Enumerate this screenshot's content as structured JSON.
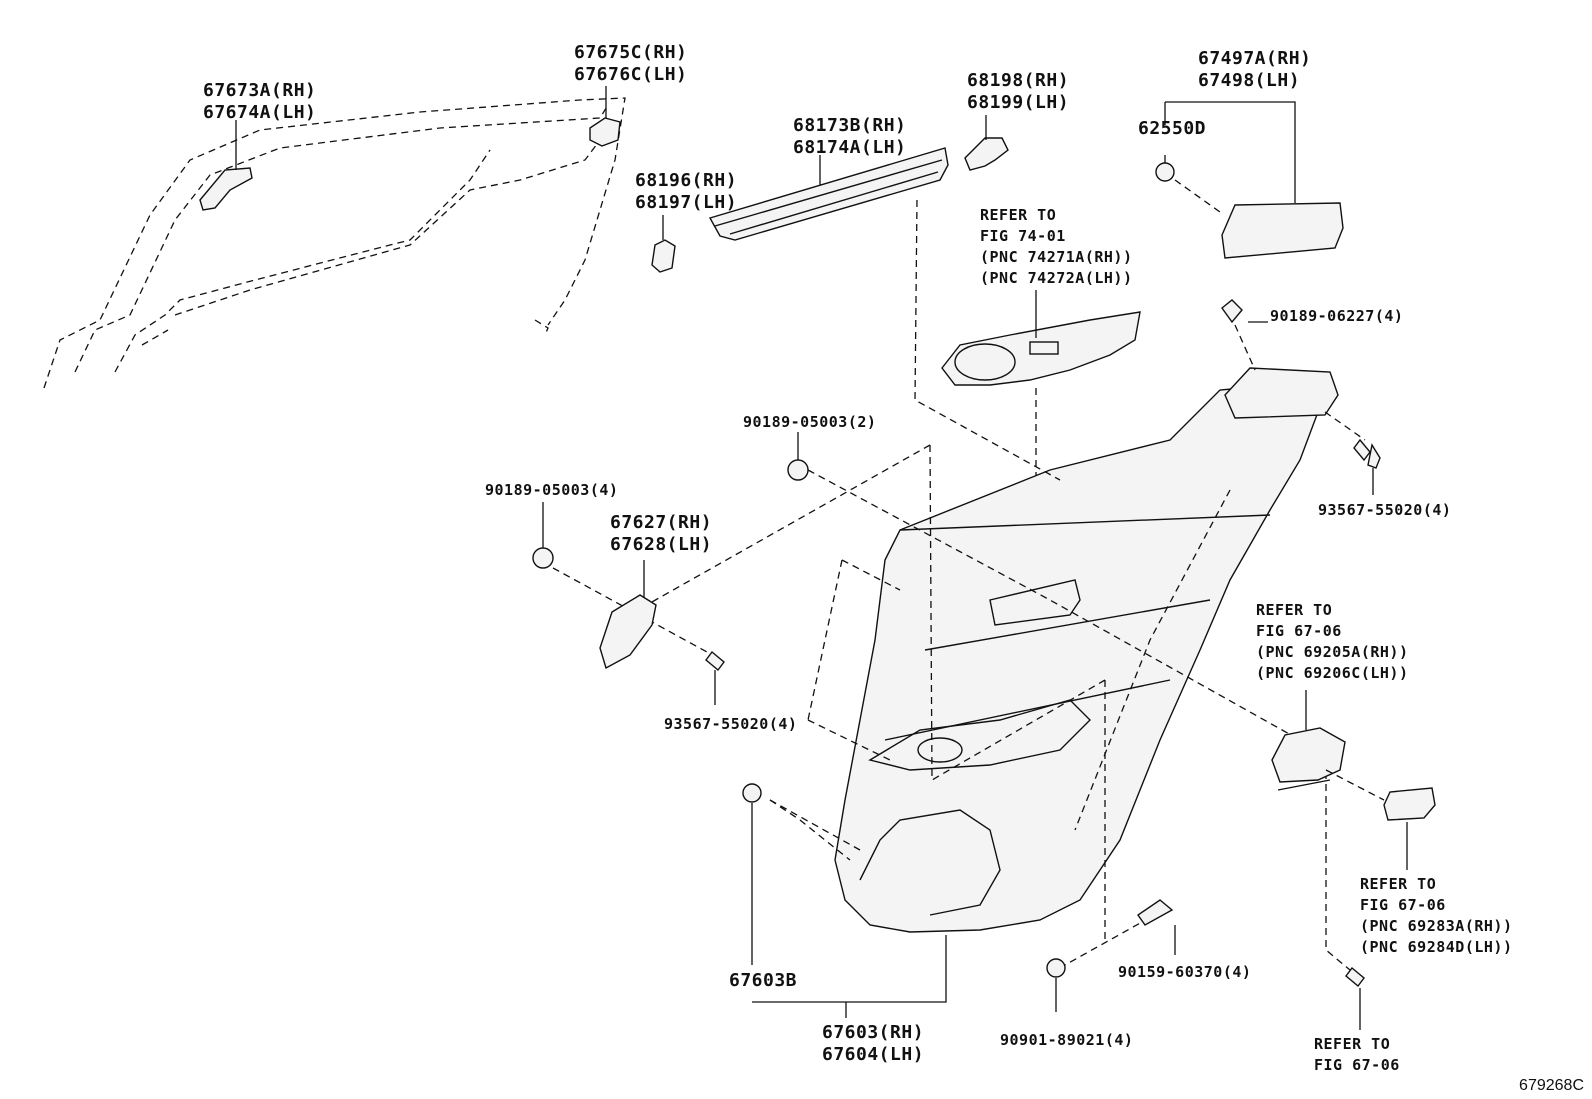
{
  "labels": {
    "p67673": "67673A(RH)\n67674A(LH)",
    "p67675": "67675C(RH)\n67676C(LH)",
    "p68173": "68173B(RH)\n68174A(LH)",
    "p68198": "68198(RH)\n68199(LH)",
    "p68196": "68196(RH)\n68197(LH)",
    "p67497": "67497A(RH)\n67498(LH)",
    "p62550": "62550D",
    "ref7401": "REFER TO\nFIG 74-01\n(PNC 74271A(RH))\n(PNC 74272A(LH))",
    "p9018906227": "90189-06227(4)",
    "p90189050032": "90189-05003(2)",
    "p90189050034": "90189-05003(4)",
    "p67627": "67627(RH)\n67628(LH)",
    "p9356755020a": "93567-55020(4)",
    "p9356755020b": "93567-55020(4)",
    "ref6706a": "REFER TO\nFIG 67-06\n(PNC 69205A(RH))\n(PNC 69206C(LH))",
    "ref6706b": "REFER TO\nFIG 67-06\n(PNC 69283A(RH))\n(PNC 69284D(LH))",
    "ref6706c": "REFER TO\nFIG 67-06",
    "p67603b": "67603B",
    "p67603": "67603(RH)\n67604(LH)",
    "p9015960370": "90159-60370(4)",
    "p9090189021": "90901-89021(4)"
  },
  "figure_id": "679268C"
}
